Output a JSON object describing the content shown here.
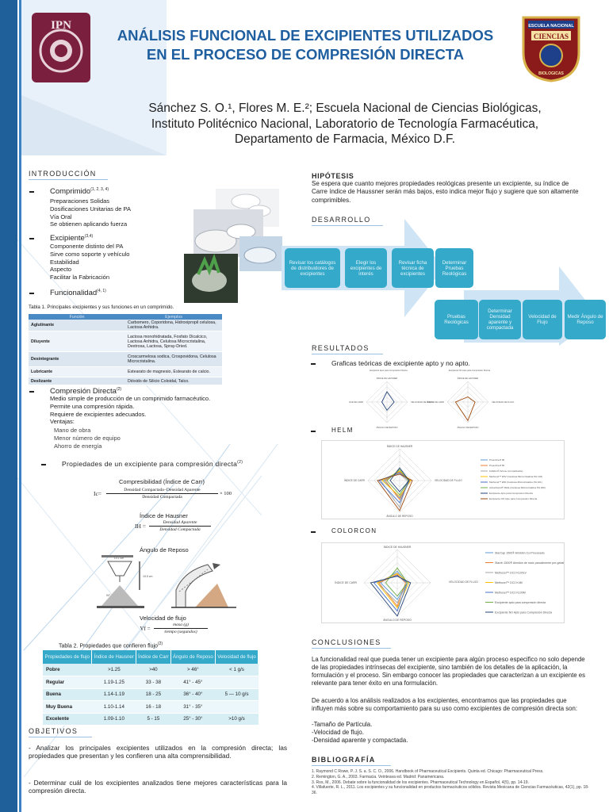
{
  "header": {
    "title_line1": "ANÁLISIS FUNCIONAL DE EXCIPIENTES UTILIZADOS",
    "title_line2": "EN EL PROCESO DE COMPRESIÓN DIRECTA",
    "authors_line1": "Sánchez S. O.¹, Flores M. E.²; Escuela Nacional de Ciencias Biológicas,",
    "authors_line2": "Instituto Politécnico Nacional, Laboratorio de Tecnología Farmacéutica,",
    "authors_line3": "Departamento de Farmacia, México D.F.",
    "logo_left_text": "IPN",
    "logo_right_top": "ESCUELA NACIONAL",
    "logo_right_mid": "CIENCIAS",
    "logo_right_bottom": "BIOLOGICAS"
  },
  "intro": {
    "heading": "INTRODUCCIÓN",
    "comprimido": {
      "label": "Comprimido",
      "refs": "(1, 2, 3, 4)",
      "items": [
        "Preparaciones Solidas",
        "Dosificaciones Unitarias de PA",
        "Vía Oral",
        "Se obtienen aplicando fuerza"
      ]
    },
    "excipiente": {
      "label": "Excipiente",
      "refs": "(3,4)",
      "items": [
        "Componente distinto del PA",
        "Sirve como soporte y vehículo",
        "Estabilidad",
        "Aspecto",
        "Facilitar la Fabricación"
      ]
    },
    "funcionalidad": {
      "label": "Funcionalidad",
      "refs": "(4, 1)"
    }
  },
  "table1": {
    "caption": "Tabla 1. Principales excipientes y sus funciones en un comprimido.",
    "headers": [
      "Función",
      "Ejemplos"
    ],
    "rows": [
      [
        "Aglutinante",
        "Carbomero, Coporidona, Hidroxipropil celulosa, Lactosa Anhidra."
      ],
      [
        "Diluyente",
        "Lactosa monohidratada, Fosfato Dicalcico, Lactosa Anhidra, Celulosa Microcristalina, Dextrosa, Lactosa, Spray-Dried."
      ],
      [
        "Desintegrante",
        "Croscarmelosa sodica, Crospovidona, Celulosa Microcristalina."
      ],
      [
        "Lubricante",
        "Estearato de magnesio, Estearato de calcio."
      ],
      [
        "Deslizante",
        "Dióxido de Silicio Coloidal, Talco."
      ]
    ]
  },
  "compresion": {
    "label": "Compresión Directa",
    "refs": "(2)",
    "items": [
      "Medio simple de producción de un comprimido farmacéutico.",
      "Permite una compresión rápida.",
      "Requiere de excipientes adecuados.",
      "Ventajas:"
    ],
    "ventajas": [
      "Mano de obra",
      "Menor número de equipo",
      "Ahorro de energía"
    ]
  },
  "propiedades": {
    "label": "Propiedades de un excipiente para compresión directa",
    "refs": "(2)",
    "carr_title": "Compresibilidad (Índice de Carr)",
    "carr_num": "Densidad Compactada−Densidad Aparente",
    "carr_den": "Densidad Compactada",
    "carr_lhs": "Ic=",
    "carr_mult": "× 100",
    "hausner_title": "Índice de Hausner",
    "hausner_lhs": "IH =",
    "hausner_num": "Densidad Aparente",
    "hausner_den": "Densidad Compactada",
    "angulo_title": "Ángulo de Reposo",
    "diagram_dims": [
      "10.1 cm",
      "15.5 cm",
      "90°"
    ],
    "vf_title": "Velocidad de flujo",
    "vf_lhs": "Vf =",
    "vf_num": "masa (g)",
    "vf_den": "tiempo (segundos)"
  },
  "table2": {
    "caption": "Tabla 2. Propiedades que confieren flujo",
    "caption_ref": "(2)",
    "headers": [
      "Propiedades de flujo",
      "Índice de Hausner",
      "Índice de Carr",
      "Ángulo de Reposo",
      "Velocidad de flujo"
    ],
    "rows": [
      [
        "Pobre",
        ">1.25",
        ">40",
        "> 46°",
        "< 1 g/s"
      ],
      [
        "Regular",
        "1.19-1.25",
        "33 - 38",
        "41° - 45°",
        ""
      ],
      [
        "Buena",
        "1.14-1.19",
        "18 - 25",
        "36° - 40°",
        "5 — 10 g/s"
      ],
      [
        "Muy Buena",
        "1.10-1.14",
        "16 - 18",
        "31° - 35°",
        ""
      ],
      [
        "Excelente",
        "1.09-1.10",
        "5 - 15",
        "25° - 30°",
        ">10 g/s"
      ]
    ]
  },
  "objetivos": {
    "heading": "OBJETIVOS",
    "items": [
      "- Analizar los principales excipientes utilizados en la compresión directa; las propiedades que presentan y les confieren una alta comprensibilidad.",
      "- Determinar cuál de los excipientes analizados tiene mejores características para la compresión directa."
    ]
  },
  "hipotesis": {
    "heading": "HIPÓTESIS",
    "text": "Se espera que cuanto mejores propiedades reológicas presente un excipiente, su índice de Carre índice de Haussner serán más bajos, esto indica mejor flujo y sugiere que son altamente comprimibles."
  },
  "desarrollo": {
    "heading": "DESARROLLO",
    "row1": [
      "Revisar los catálogos de distribuidores de excipientes",
      "Elegir los excipientes de interés",
      "Revisar ficha técnica de excipientes",
      "Determinar Pruebas Reológicas"
    ],
    "row2": [
      "Pruebas Reológicas",
      "Determinar Densidad aparente y compactada",
      "Velocidad de Flujo",
      "Medir Ángulo de Reposo"
    ],
    "arrow_color": "#cfe4f4",
    "box_color": "#35a9c9"
  },
  "resultados": {
    "heading": "RESULTADOS",
    "graficas_label": "Graficas teóricas de excipiente apto y no apto.",
    "radar_small_titles": [
      "Excipiente Apto para Compresión Directa",
      "Excipiente NO Apto para Compresión Directa"
    ],
    "radar_axes": [
      "ÍNDICE DE HAUSNER",
      "VELOCIDAD DE FLUJO",
      "ÁNGULO DE REPOSO",
      "ÍNDICE DE CARR"
    ],
    "helm_label": "HELM",
    "helm_legend": [
      "Prosolv/a 8 90",
      "Prosolv/a 8 50",
      "Kollidon® Arlene (compactador)",
      "Methocel™ E5V (Celulosa Microcristalina PH 102)",
      "Methocel™ E50 (Celulosa Microcristalina PH 101)",
      "Avicel/Aprol® MCE (Celulosa Microcristalina PH 200)",
      "Excipiente Apto para Compresión Directa",
      "Excipiente NO Apto para Compresión Directa"
    ],
    "colorcon_label": "COLORCON",
    "colorcon_legend": [
      "StarCap 1500® Almidón Co-Procesado",
      "Starch 1500® Almidón de maíz parcialmente pre-gelatinizado",
      "Methocel™ DC2 K100LV",
      "Methocel™ DC2 K4M",
      "Methocel™ DC2 K100M",
      "Excipiente apto para compresión directa",
      "Excipiente NO Apto para Compresión Directa"
    ],
    "series_colors": [
      "#5b9bd5",
      "#ed7d31",
      "#a5a5a5",
      "#ffc000",
      "#4472c4",
      "#70ad47",
      "#264478",
      "#9e480e"
    ]
  },
  "conclusiones": {
    "heading": "CONCLUSIONES",
    "p1": "La funcionalidad real que pueda tener un excipiente para algún proceso especifico no solo depende de las propiedades intrínsecas del excipiente, sino también de los detalles de la aplicación, la formulación y el proceso. Sin embargo conocer las propiedades que caracterizan a un excipiente es relevante para tener éxito en una formulación.",
    "p2": "De acuerdo a los análisis realizados a los excipientes, encontramos que las propiedades que influyen más sobre su comportamiento para su uso como excipientes de compresión directa son:",
    "items": [
      "-Tamaño de Partícula.",
      "-Velocidad de flujo.",
      "-Densidad aparente y compactada."
    ]
  },
  "bibliografia": {
    "heading": "BIBLIOGRAFÍA",
    "refs": [
      "1. Raymond C Rowe, P. J. S. a. S. C. O., 2006. Handbook of Pharmaceutical Excipients. Quinta ed. Chicago: Pharmaceutical Press.",
      "2. Remington, G. A., 2003. Farmacia. Veinteava ed. Madrid: Panamericana.",
      "3. Ros, M., 2006. Debate sobre la funcionalidad de los excipientes. Pharmaceutical Technology en Español, 4(5), pp. 14-19.",
      "4. Villafuerte, R. L., 2011. Los excipientes y su funcionalidad en productos farmacéuticos sólidos. Revista Mexicana de Ciencias Farmacéuticas, 42(1), pp. 18-36."
    ]
  },
  "theme": {
    "title_color": "#1f5fa0",
    "accent": "#1f5f9a",
    "table2_header": "#35a9c9"
  }
}
